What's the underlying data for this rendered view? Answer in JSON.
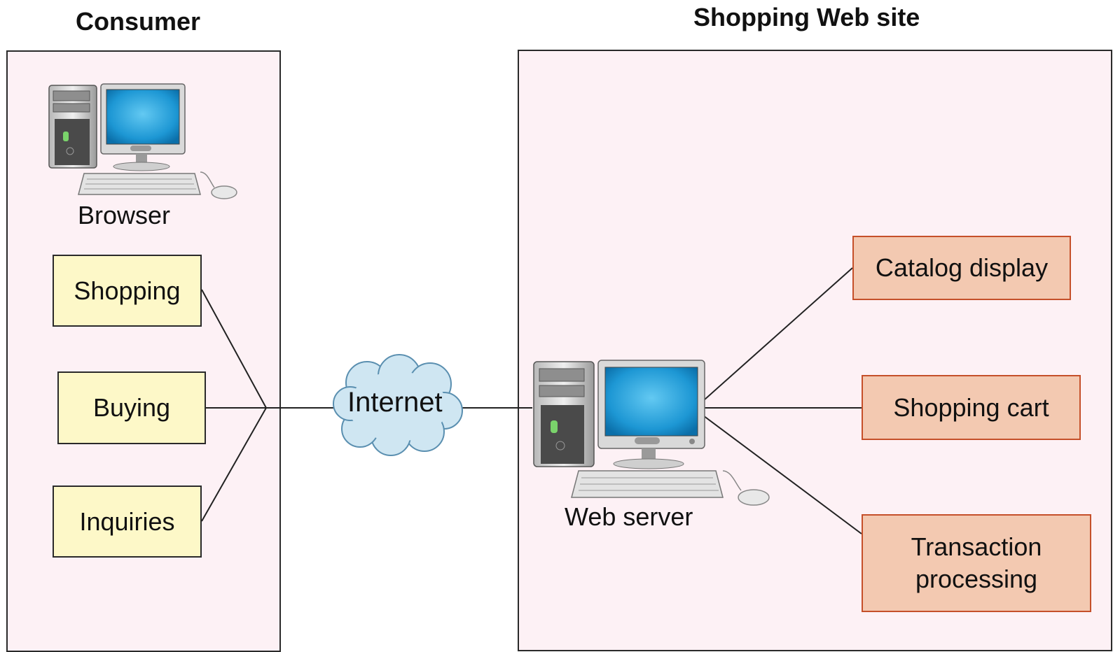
{
  "consumer": {
    "heading": "Consumer",
    "browser_label": "Browser",
    "functions": [
      "Shopping",
      "Buying",
      "Inquiries"
    ]
  },
  "network": {
    "label": "Internet"
  },
  "site": {
    "heading": "Shopping Web site",
    "server_label": "Web server",
    "functions": [
      "Catalog display",
      "Shopping cart",
      "Transaction processing"
    ]
  },
  "icons": {
    "client_computer": "desktop-computer-icon",
    "server_computer": "desktop-computer-icon",
    "network": "cloud-icon"
  },
  "colors": {
    "panel_fill": "#fdf1f5",
    "consumer_box_fill": "#fdf8c8",
    "site_box_fill": "#f3c9b1",
    "site_box_border": "#c5502a",
    "cloud_fill": "#cfe6f2",
    "screen_blue": "#1d97d4"
  }
}
